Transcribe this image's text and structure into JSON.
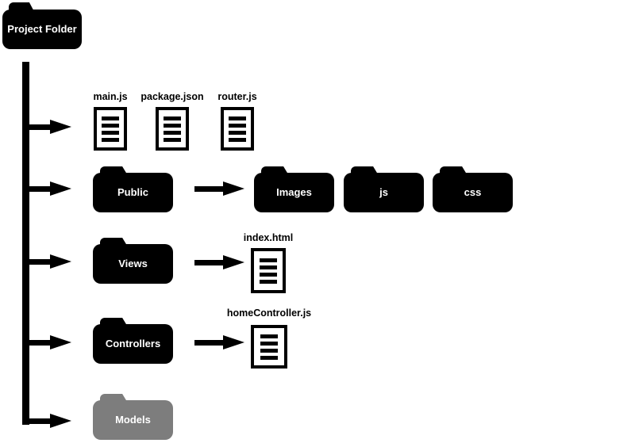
{
  "root_folder": {
    "label": "Project Folder"
  },
  "files_row": {
    "labels": [
      "main.js",
      "package.json",
      "router.js"
    ]
  },
  "public_row": {
    "folder": "Public",
    "children": [
      "Images",
      "js",
      "css"
    ]
  },
  "views_row": {
    "folder": "Views",
    "file": "index.html"
  },
  "controllers_row": {
    "folder": "Controllers",
    "file": "homeController.js"
  },
  "models_row": {
    "folder": "Models",
    "folder_color": "#7d7d7d",
    "folder_style": "left:117px;top:497px;--node-color:#7d7d7d"
  },
  "colors": {
    "node": "#000000",
    "node_text": "#ffffff",
    "line": "#000000",
    "background": "#ffffff"
  }
}
